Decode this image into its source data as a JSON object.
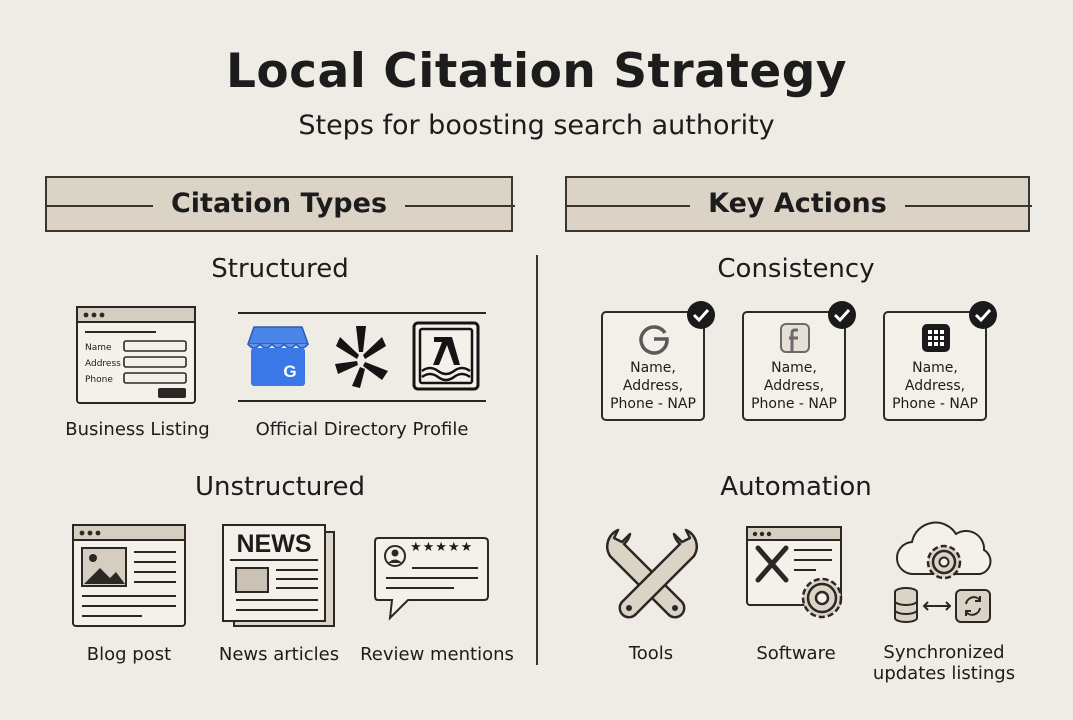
{
  "header": {
    "title": "Local Citation Strategy",
    "subtitle": "Steps for boosting search authority"
  },
  "left": {
    "banner": "Citation Types",
    "structured": {
      "heading": "Structured",
      "items": [
        "Business Listing",
        "Official Directory Profile"
      ],
      "form_fields": [
        "Name",
        "Address",
        "Phone"
      ],
      "google_badge": "G"
    },
    "unstructured": {
      "heading": "Unstructured",
      "items": [
        "Blog post",
        "News articles",
        "Review mentions"
      ],
      "news_masthead": "NEWS"
    }
  },
  "right": {
    "banner": "Key Actions",
    "consistency": {
      "heading": "Consistency",
      "cards": [
        {
          "icon": "google-icon",
          "text": "Name, Address, Phone - NAP"
        },
        {
          "icon": "facebook-icon",
          "text": "Name, Address, Phone - NAP"
        },
        {
          "icon": "app-grid-icon",
          "text": "Name, Address, Phone - NAP"
        }
      ],
      "card_lines": [
        "Name,",
        "Address,",
        "Phone - NAP"
      ]
    },
    "automation": {
      "heading": "Automation",
      "items": [
        "Tools",
        "Software",
        "Synchronized updates listings"
      ],
      "sync_lines": [
        "Synchronized",
        "updates listings"
      ]
    }
  },
  "colors": {
    "background": "#efebe5",
    "banner_fill": "#dcd3c7",
    "ink": "#1c1c1c",
    "google_blue": "#3b78e7"
  }
}
